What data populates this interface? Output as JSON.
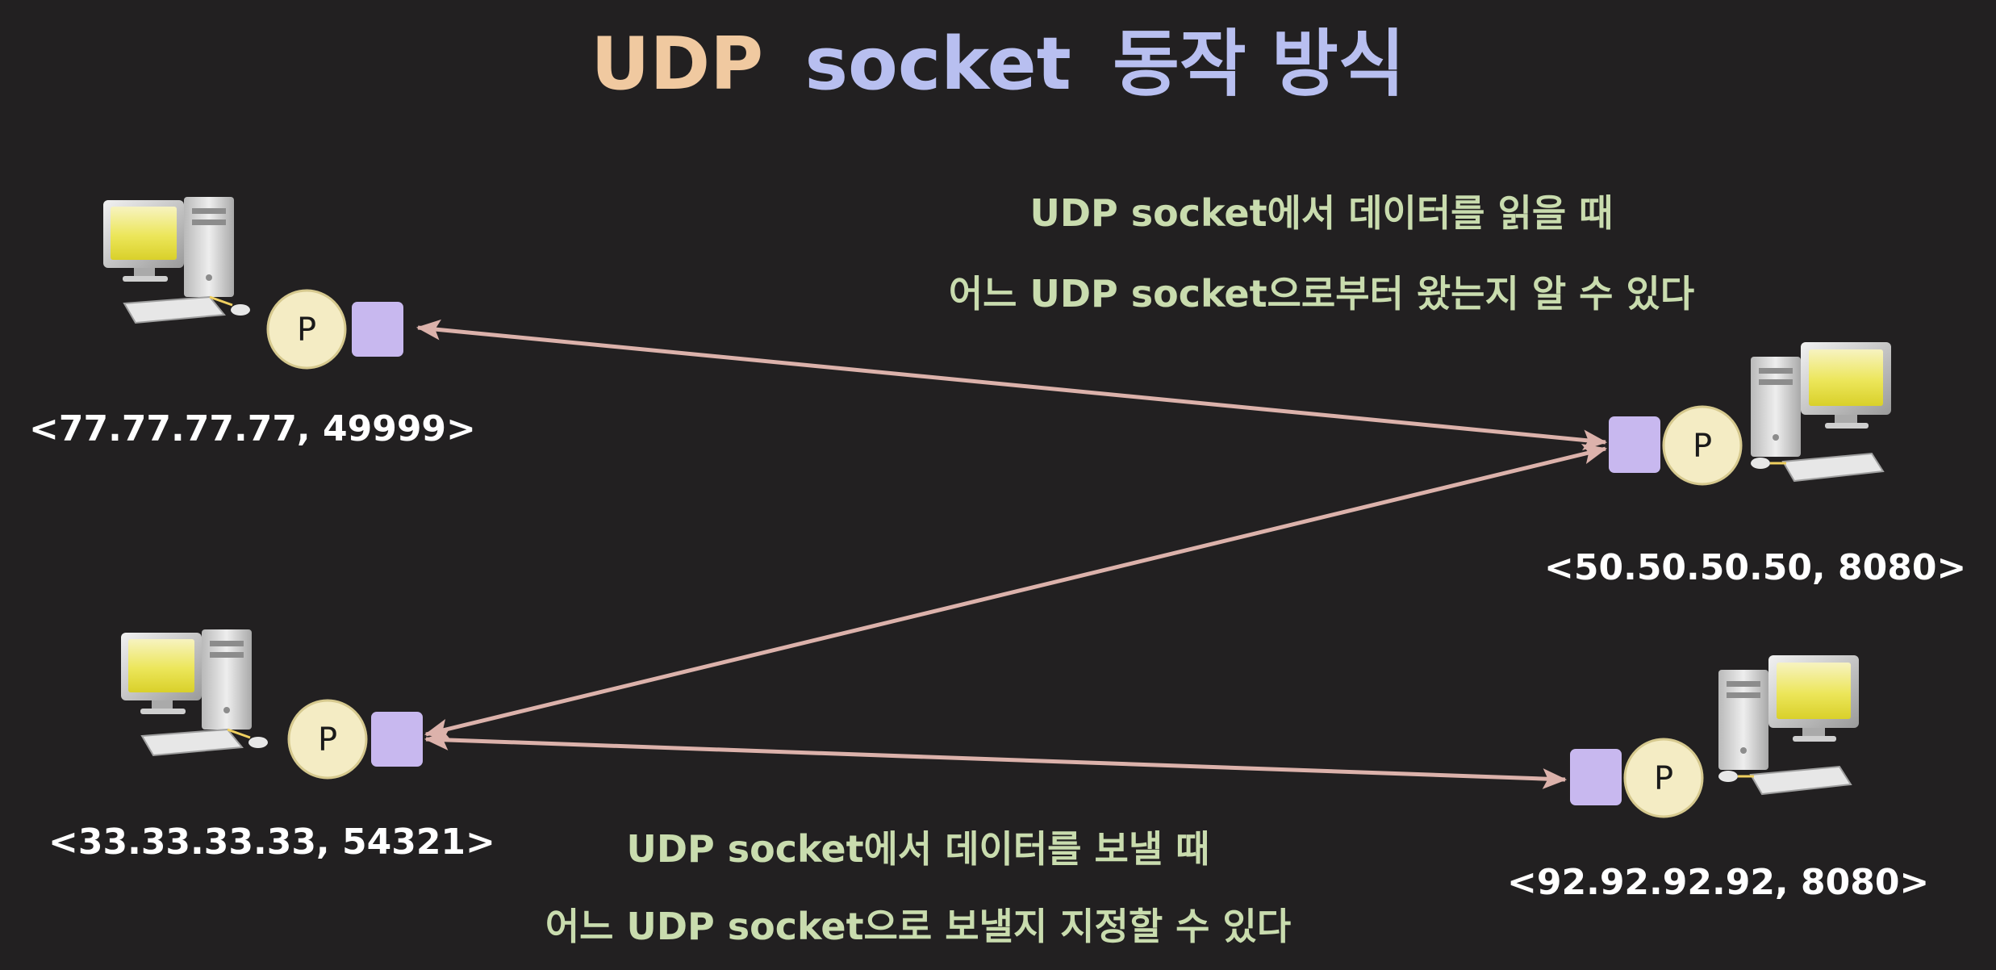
{
  "title": {
    "part1": "UDP",
    "part2": "socket",
    "part3": "동작 방식",
    "color_udp": "#f0c9a0",
    "color_socket": "#b8bff0",
    "color_korean": "#b8bff0"
  },
  "notes": {
    "read": {
      "line1": "UDP socket에서 데이터를 읽을 때",
      "line2": "어느 UDP socket으로부터 왔는지 알 수 있다"
    },
    "send": {
      "line1": "UDP socket에서 데이터를 보낼 때",
      "line2": "어느 UDP socket으로 보낼지 지정할 수 있다"
    },
    "color": "#c9dcae"
  },
  "hosts": {
    "top_left": {
      "address": "<77.77.77.77, 49999>",
      "process_label": "P"
    },
    "bottom_left": {
      "address": "<33.33.33.33, 54321>",
      "process_label": "P"
    },
    "right_server": {
      "address": "<50.50.50.50, 8080>",
      "process_label": "P"
    },
    "bottom_right": {
      "address": "<92.92.92.92, 8080>",
      "process_label": "P"
    }
  },
  "colors": {
    "background": "#222021",
    "socket": "#c8b8ef",
    "process": "#f4ecc4",
    "arrow": "#dcb2ab",
    "monitor_screen": "#e8e25a"
  },
  "icons": {
    "computer": "desktop-computer-icon",
    "socket": "socket-square-icon",
    "process": "process-circle-icon"
  }
}
